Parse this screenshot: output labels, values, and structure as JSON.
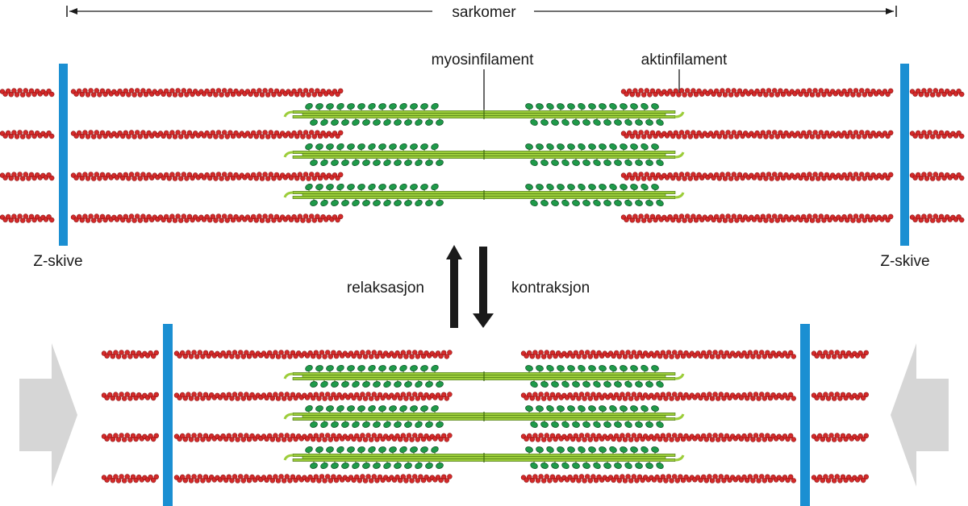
{
  "labels": {
    "sarcomere": "sarkomer",
    "myosin": "myosinfilament",
    "actin": "aktinfilament",
    "z_disc_left": "Z-skive",
    "z_disc_right": "Z-skive",
    "relaxation": "relaksasjon",
    "contraction": "kontraksjon"
  },
  "colors": {
    "z_disc": "#1b8fd2",
    "actin_bead": "#d42a2a",
    "actin_bead_dark": "#8e1212",
    "myosin_rod": "#9ccd3a",
    "myosin_rod_dark": "#3f6b10",
    "myosin_head": "#1f9a4a",
    "myosin_head_dark": "#0b4f22",
    "line": "#1a1a1a",
    "force_arrow": "#d6d6d6",
    "state_arrow": "#1a1a1a"
  },
  "icons": {
    "state_up": "arrow-up-icon",
    "state_down": "arrow-down-icon",
    "force_left": "force-arrow-right-icon",
    "force_right": "force-arrow-left-icon"
  }
}
